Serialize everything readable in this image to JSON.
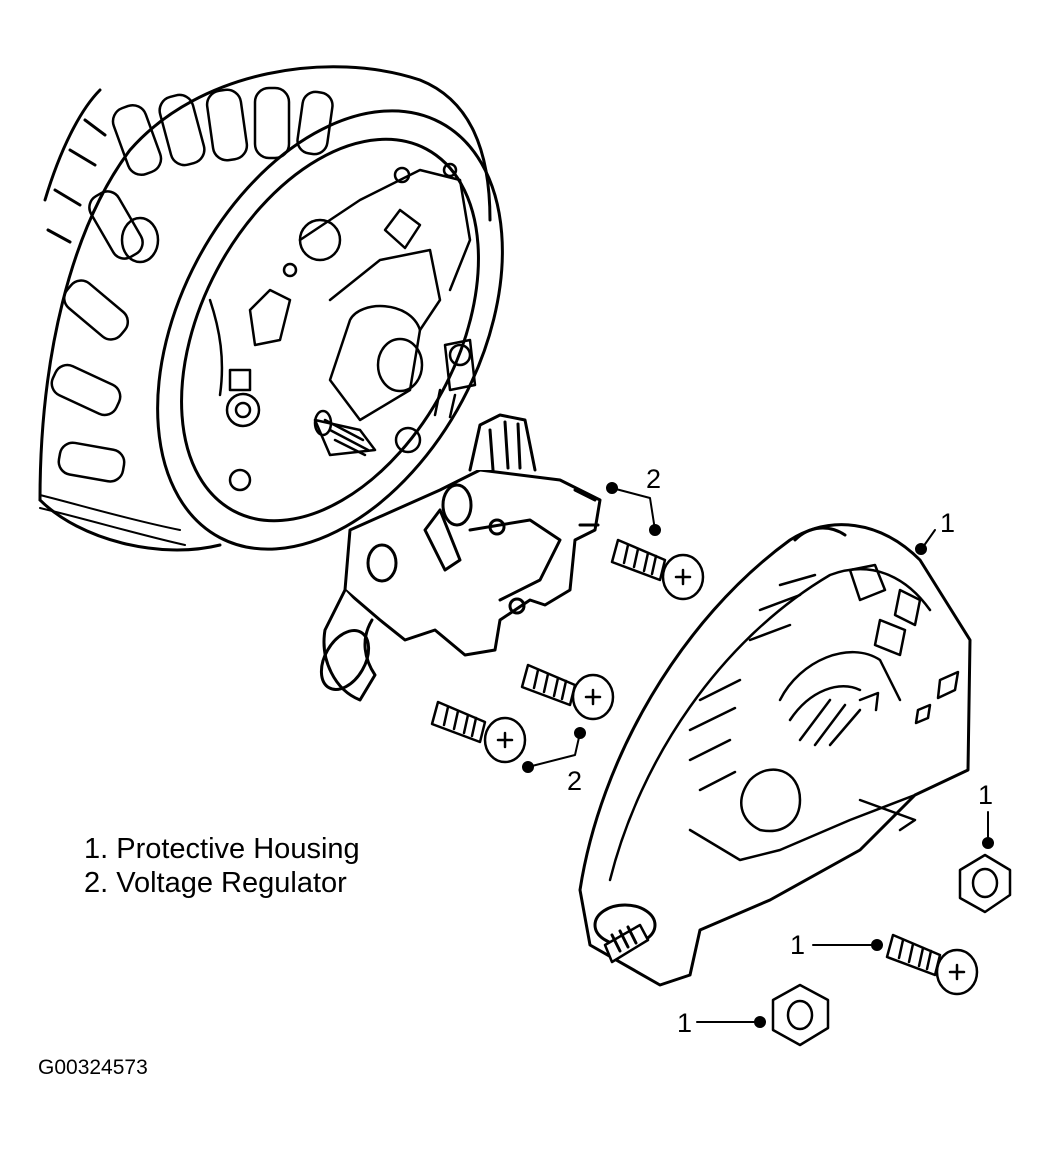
{
  "legend": {
    "items": [
      "1. Protective Housing",
      "2. Voltage Regulator"
    ]
  },
  "callouts": {
    "c1_housing_top": "1",
    "c1_nut_right": "1",
    "c1_screw_bottom": "1",
    "c1_nut_bottom": "1",
    "c2_top": "2",
    "c2_bottom": "2"
  },
  "figure_code": "G00324573",
  "colors": {
    "line": "#000000",
    "fill": "#ffffff"
  }
}
